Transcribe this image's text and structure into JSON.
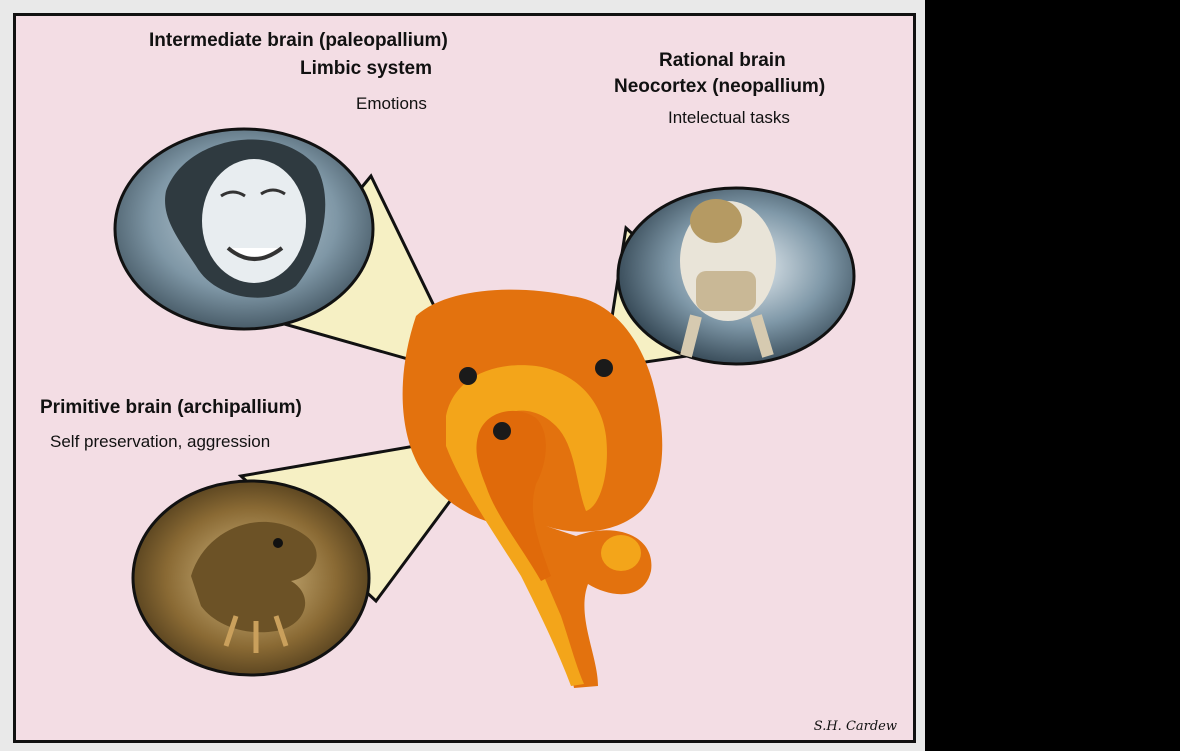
{
  "labels": {
    "intermediate_title": "Intermediate brain (paleopallium)",
    "intermediate_subtitle": "Limbic system",
    "intermediate_desc": "Emotions",
    "rational_title": "Rational brain",
    "rational_subtitle": "Neocortex (neopallium)",
    "rational_desc": "Intelectual tasks",
    "primitive_title": "Primitive brain (archipallium)",
    "primitive_desc": "Self preservation, aggression"
  },
  "signature": "S.H. Cardew",
  "colors": {
    "background": "#f3dde4",
    "brain_outer": "#e3720e",
    "brain_middle": "#f3a51a",
    "brain_inner": "#e06a0a",
    "callout_fill": "#f6f0c4"
  },
  "images": {
    "intermediate": "human face",
    "rational": "astronaut",
    "primitive": "lizard"
  }
}
